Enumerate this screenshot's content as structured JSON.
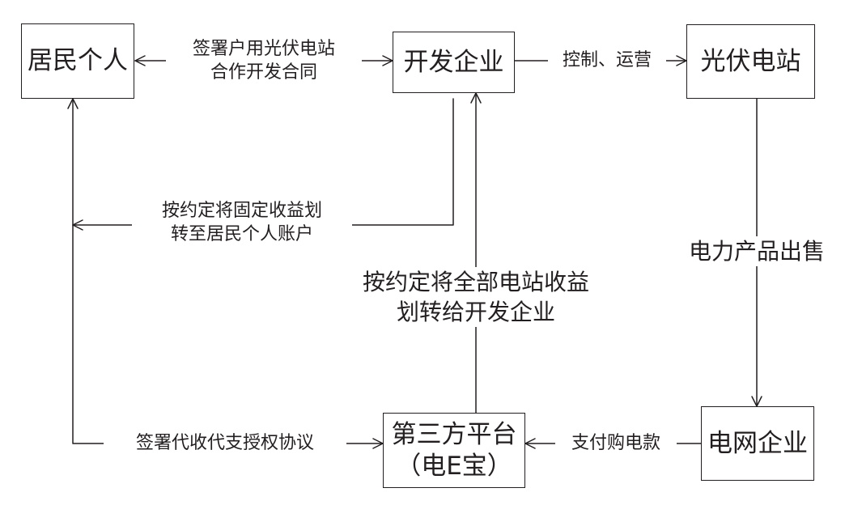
{
  "nodes": {
    "resident": "居民个人",
    "developer": "开发企业",
    "pv_station": "光伏电站",
    "third_party_line1": "第三方平台",
    "third_party_line2": "（电E宝）",
    "grid": "电网企业"
  },
  "edges": {
    "resident_developer_line1": "签署户用光伏电站",
    "resident_developer_line2": "合作开发合同",
    "developer_pv": "控制、运营",
    "pv_grid": "电力产品出售",
    "grid_platform": "支付购电款",
    "platform_developer_line1": "按约定将全部电站收益",
    "platform_developer_line2": "划转给开发企业",
    "developer_resident_line1": "按约定将固定收益划",
    "developer_resident_line2": "转至居民个人账户",
    "resident_platform": "签署代收代支授权协议"
  },
  "colors": {
    "line": "#231f20",
    "background": "#ffffff"
  }
}
